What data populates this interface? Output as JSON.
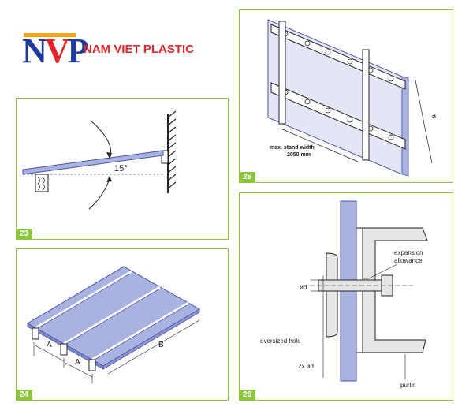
{
  "logo": {
    "letter_n": "N",
    "letter_v": "V",
    "letter_p": "P",
    "company_name": "NAM VIET PLASTIC",
    "colors": {
      "blue": "#1d3a9c",
      "red": "#e2262a",
      "orange": "#f4a21c"
    }
  },
  "panel_colors": {
    "border": "#8cc63f",
    "sheet": "#aab3e0",
    "sheet_stroke": "#4b55a8"
  },
  "figures": {
    "fig23": {
      "number": "23",
      "angle_label": "15°"
    },
    "fig24": {
      "number": "24",
      "label_a1": "A",
      "label_a2": "A",
      "label_b": "B"
    },
    "fig25": {
      "number": "25",
      "width_label_line1": "max. stand width",
      "width_label_line2": "2050 mm",
      "side_label": "a"
    },
    "fig26": {
      "number": "26",
      "expansion_label_line1": "expansion",
      "expansion_label_line2": "allowance",
      "diameter_label": "ød",
      "oversized_hole_label": "oversized hole",
      "double_diameter_label": "2x ød",
      "purlin_label": "purlin"
    }
  }
}
